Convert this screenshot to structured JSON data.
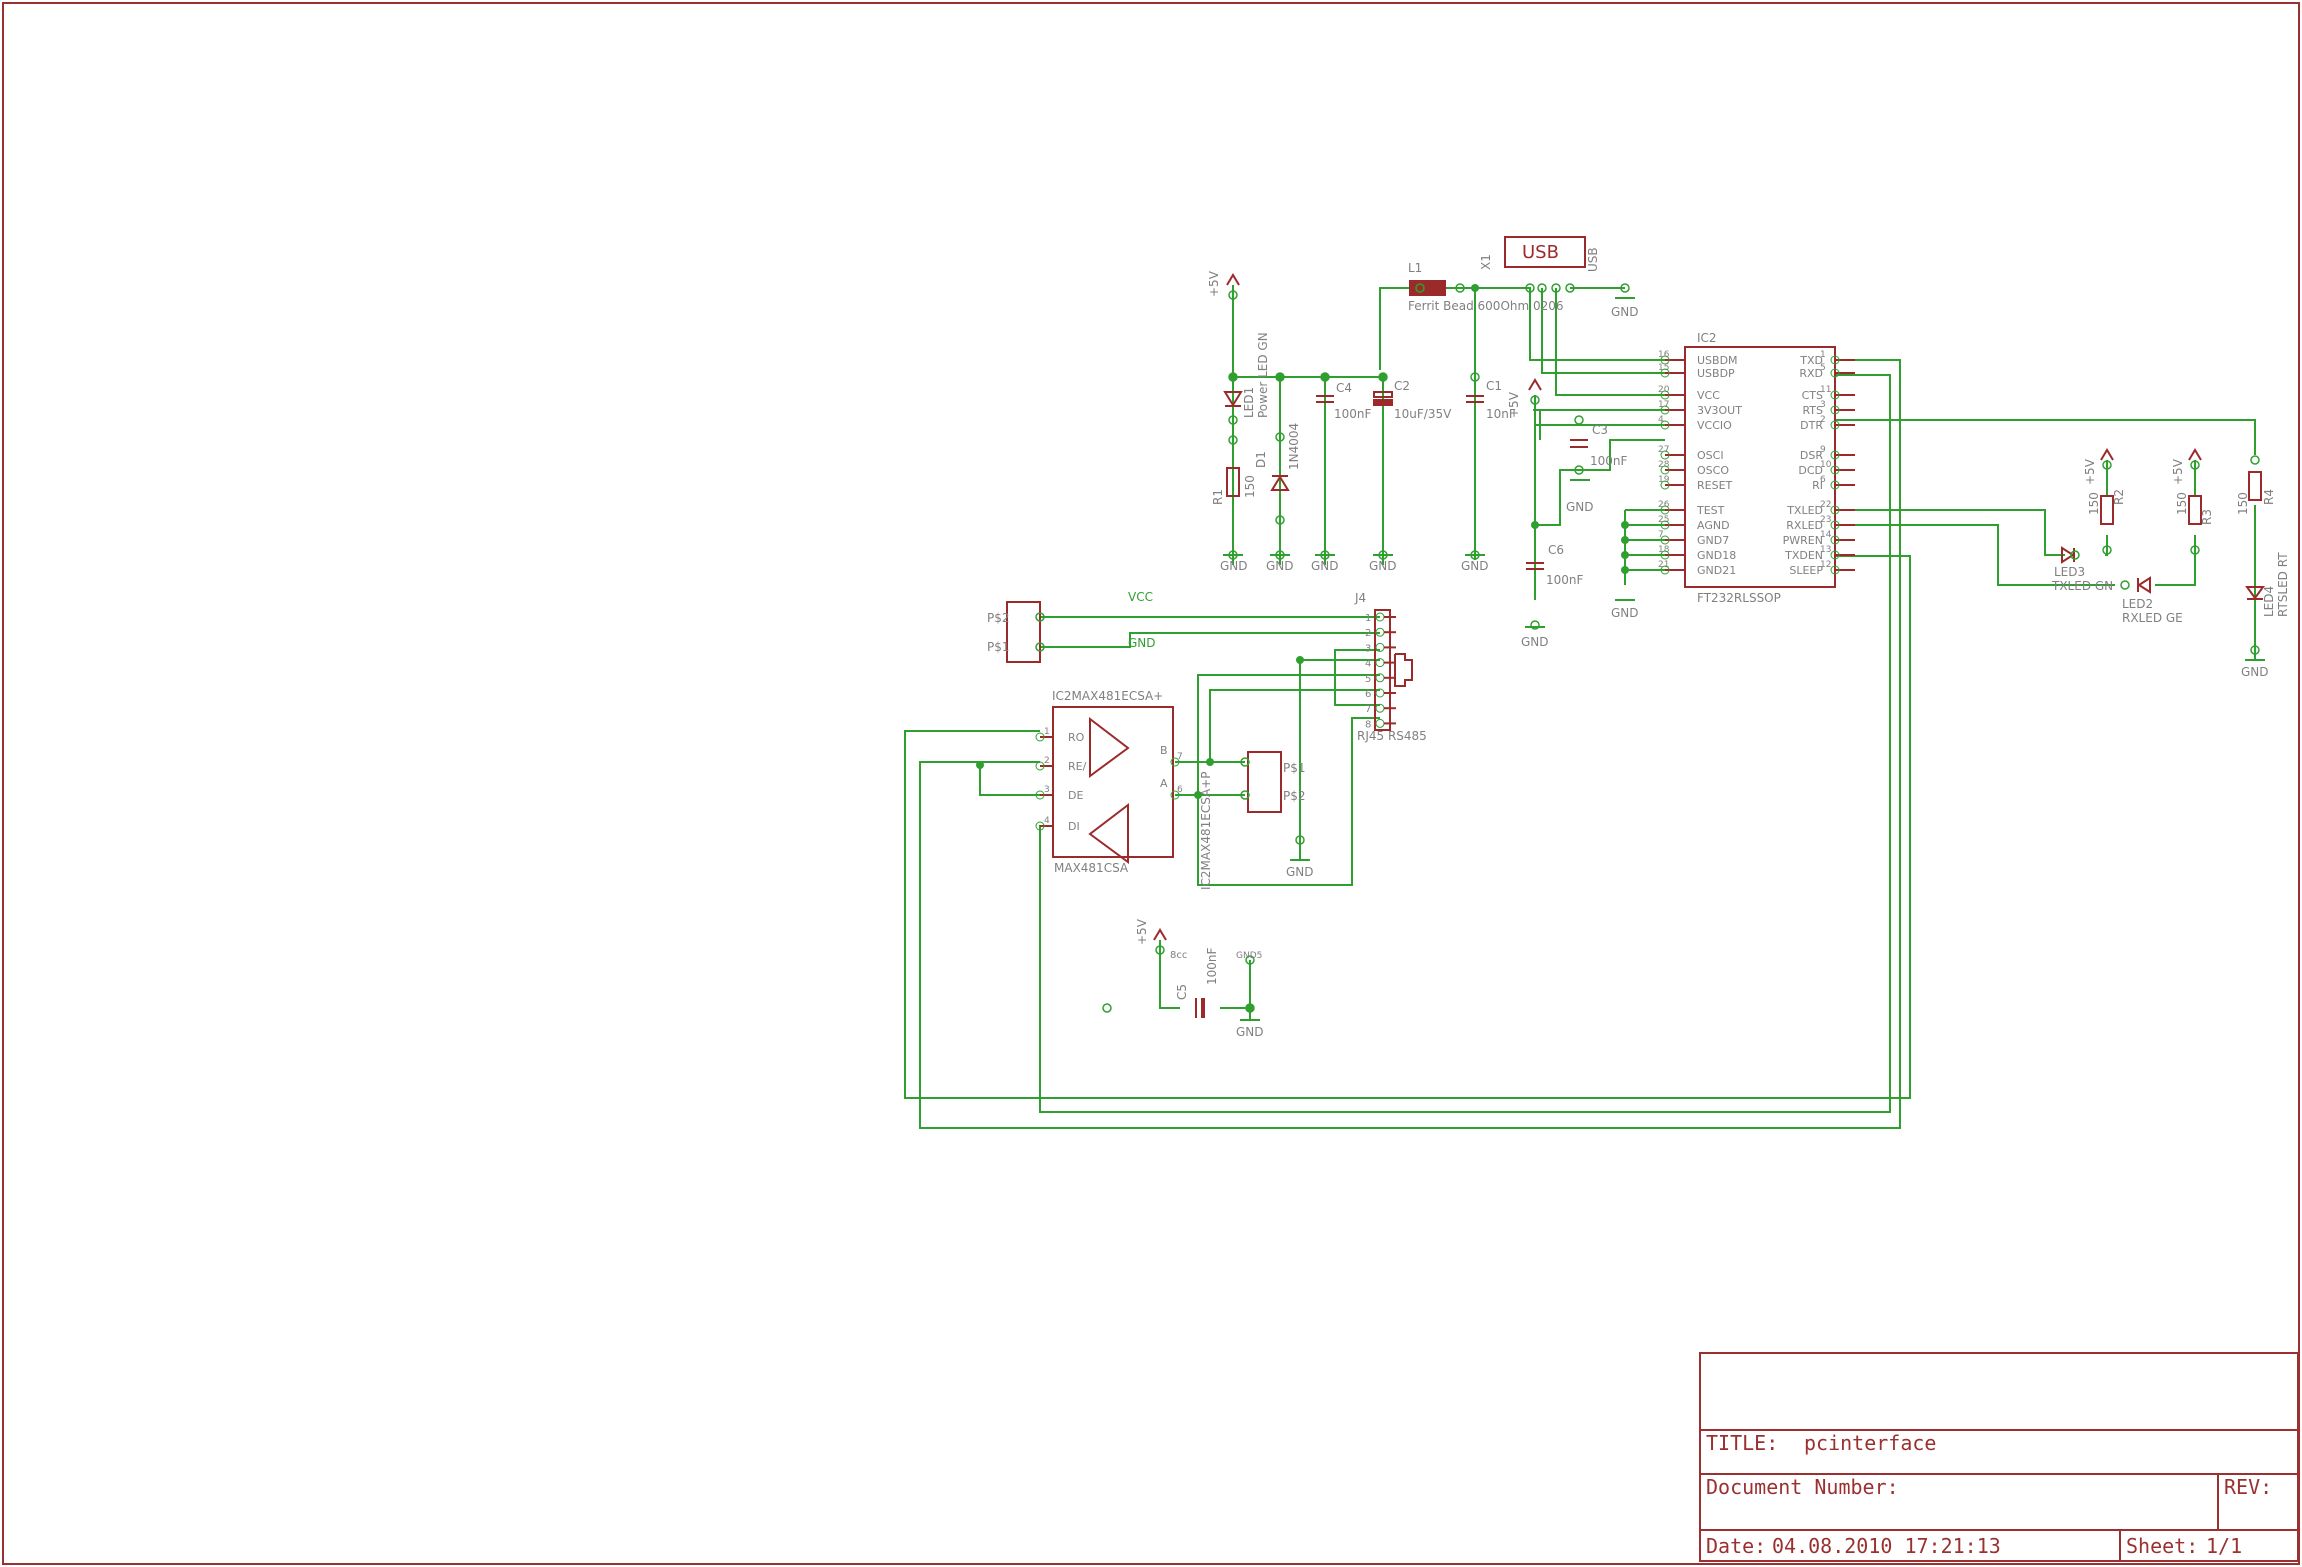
{
  "frame": {
    "color": "#9b3030"
  },
  "colors": {
    "part": "#9b2b2b",
    "wire": "#2fa02f",
    "label": "#808080"
  },
  "title_block": {
    "title_label": "TITLE:",
    "title_value": "pcinterface",
    "docnum_label": "Document Number:",
    "rev_label": "REV:",
    "date_label": "Date:",
    "date_value": "04.08.2010 17:21:13",
    "sheet_label": "Sheet:",
    "sheet_value": "1/1"
  },
  "usb": {
    "box": "USB",
    "ref": "X1",
    "value": "USB"
  },
  "power": {
    "p5v": "+5V",
    "gnd": "GND",
    "vcc": "VCC",
    "ferrite_ref": "L1",
    "ferrite_val": "Ferrit Bead 600Ohm 0206",
    "led1_ref": "LED1",
    "led1_val": "Power LED GN",
    "r1_ref": "R1",
    "r1_val": "150",
    "d1_ref": "D1",
    "d1_val": "1N4004",
    "c4_ref": "C4",
    "c4_val": "100nF",
    "c2_ref": "C2",
    "c2_val": "10uF/35V",
    "c1_ref": "C1",
    "c1_val": "10nF",
    "c3_ref": "C3",
    "c3_val": "100nF",
    "c6_ref": "C6",
    "c6_val": "100nF",
    "c5_ref": "C5",
    "c5_val": "100nF"
  },
  "ic2": {
    "ref": "IC2",
    "value": "FT232RLSSOP",
    "left_pins": [
      "USBDM",
      "USBDP",
      "VCC",
      "3V3OUT",
      "VCCIO",
      "OSCI",
      "OSCO",
      "RESET",
      "TEST",
      "AGND",
      "GND7",
      "GND18",
      "GND21"
    ],
    "left_nums": [
      "16",
      "15",
      "20",
      "17",
      "4",
      "27",
      "28",
      "19",
      "26",
      "25",
      "7",
      "18",
      "21"
    ],
    "right_pins": [
      "TXD",
      "RXD",
      "CTS",
      "RTS",
      "DTR",
      "DSR",
      "DCD",
      "RI",
      "TXLED",
      "RXLED",
      "PWREN",
      "TXDEN",
      "SLEEP"
    ],
    "right_nums": [
      "1",
      "5",
      "11",
      "3",
      "2",
      "9",
      "10",
      "6",
      "22",
      "23",
      "14",
      "13",
      "12"
    ]
  },
  "leds": {
    "led3_ref": "LED3",
    "led3_val": "TXLED GN",
    "led2_ref": "LED2",
    "led2_val": "RXLED GE",
    "led4_ref": "LED4",
    "led4_val": "RTSLED RT",
    "r2_ref": "R2",
    "r2_val": "150",
    "r3_ref": "R3",
    "r3_val": "150",
    "r4_ref": "R4",
    "r4_val": "150"
  },
  "max481": {
    "top_label": "IC2MAX481ECSA+",
    "value": "MAX481CSA",
    "side_label": "IC2MAX481ECSA+P",
    "pins_left": [
      "RO",
      "RE/",
      "DE",
      "DI"
    ],
    "pins_left_nums": [
      "1",
      "2",
      "3",
      "4"
    ],
    "pins_right": [
      "B",
      "A"
    ],
    "pins_right_nums": [
      "7",
      "6"
    ],
    "power_pin": "8cc",
    "gnd_pin": "GND5"
  },
  "j4": {
    "ref": "J4",
    "value": "RJ45 RS485",
    "pins": [
      "1",
      "2",
      "3",
      "4",
      "5",
      "6",
      "7",
      "8"
    ]
  },
  "connectors": {
    "ps2": "P$2",
    "ps1": "P$1"
  }
}
